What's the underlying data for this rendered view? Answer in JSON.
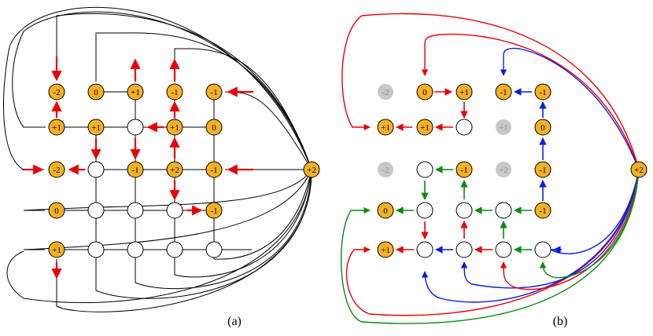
{
  "colors": {
    "node_fill": "#f5b025",
    "empty_fill": "#ffffff",
    "ghost_fill": "#c8c8c8",
    "ghost_text": "#8c8c8c",
    "black": "#000000",
    "red": "#e8000b",
    "blue": "#0a1ee0",
    "green": "#0a8a12"
  },
  "panel_a": {
    "caption": "(a)",
    "nodes": [
      {
        "id": "a_m2_top",
        "label": "-2"
      },
      {
        "id": "a_0_top",
        "label": "0"
      },
      {
        "id": "a_p1_top",
        "label": "+1"
      },
      {
        "id": "a_m1_top",
        "label": "-1"
      },
      {
        "id": "a_m1_topright",
        "label": "-1"
      },
      {
        "id": "a_p1_r2a",
        "label": "+1"
      },
      {
        "id": "a_p1_r2b",
        "label": "+1"
      },
      {
        "id": "a_e_r2",
        "label": ""
      },
      {
        "id": "a_p1_r2d",
        "label": "+1"
      },
      {
        "id": "a_0_r2",
        "label": "0"
      },
      {
        "id": "a_m2_r3",
        "label": "-2"
      },
      {
        "id": "a_e_r3",
        "label": ""
      },
      {
        "id": "a_m1_r3",
        "label": "-1"
      },
      {
        "id": "a_p2_r3",
        "label": "+2"
      },
      {
        "id": "a_m1_r3e",
        "label": "-1"
      },
      {
        "id": "a_0_r4",
        "label": "0"
      },
      {
        "id": "a_e_r4a",
        "label": ""
      },
      {
        "id": "a_e_r4b",
        "label": ""
      },
      {
        "id": "a_e_r4c",
        "label": ""
      },
      {
        "id": "a_m1_r4",
        "label": "-1"
      },
      {
        "id": "a_p1_r5",
        "label": "+1"
      },
      {
        "id": "a_e_r5a",
        "label": ""
      },
      {
        "id": "a_e_r5b",
        "label": ""
      },
      {
        "id": "a_e_r5c",
        "label": ""
      },
      {
        "id": "a_e_r5d",
        "label": ""
      },
      {
        "id": "a_src",
        "label": "+2"
      }
    ]
  },
  "panel_b": {
    "caption": "(b)",
    "nodes": [
      {
        "id": "b_m2_top",
        "label": "-2",
        "style": "ghost"
      },
      {
        "id": "b_0_top",
        "label": "0",
        "style": "node"
      },
      {
        "id": "b_p1_top",
        "label": "+1",
        "style": "node"
      },
      {
        "id": "b_m1_top",
        "label": "-1",
        "style": "node"
      },
      {
        "id": "b_m1_topright",
        "label": "-1",
        "style": "node"
      },
      {
        "id": "b_p1_r2a",
        "label": "+1",
        "style": "node"
      },
      {
        "id": "b_p1_r2b",
        "label": "+1",
        "style": "node"
      },
      {
        "id": "b_e_r2",
        "label": "",
        "style": "empty"
      },
      {
        "id": "b_p1_r2d",
        "label": "+1",
        "style": "ghost"
      },
      {
        "id": "b_0_r2",
        "label": "0",
        "style": "node"
      },
      {
        "id": "b_m2_r3",
        "label": "-2",
        "style": "ghost"
      },
      {
        "id": "b_e_r3",
        "label": "",
        "style": "empty"
      },
      {
        "id": "b_m1_r3",
        "label": "-1",
        "style": "node"
      },
      {
        "id": "b_p2_r3",
        "label": "+2",
        "style": "ghost"
      },
      {
        "id": "b_m1_r3e",
        "label": "-1",
        "style": "node"
      },
      {
        "id": "b_0_r4",
        "label": "0",
        "style": "node"
      },
      {
        "id": "b_e_r4a",
        "label": "",
        "style": "empty"
      },
      {
        "id": "b_e_r4b",
        "label": "",
        "style": "empty"
      },
      {
        "id": "b_e_r4c",
        "label": "",
        "style": "empty"
      },
      {
        "id": "b_m1_r4",
        "label": "-1",
        "style": "node"
      },
      {
        "id": "b_p1_r5",
        "label": "+1",
        "style": "node"
      },
      {
        "id": "b_e_r5a",
        "label": "",
        "style": "empty"
      },
      {
        "id": "b_e_r5b",
        "label": "",
        "style": "empty"
      },
      {
        "id": "b_e_r5c",
        "label": "",
        "style": "empty"
      },
      {
        "id": "b_e_r5d",
        "label": "",
        "style": "empty"
      },
      {
        "id": "b_src",
        "label": "+2",
        "style": "node"
      }
    ]
  }
}
